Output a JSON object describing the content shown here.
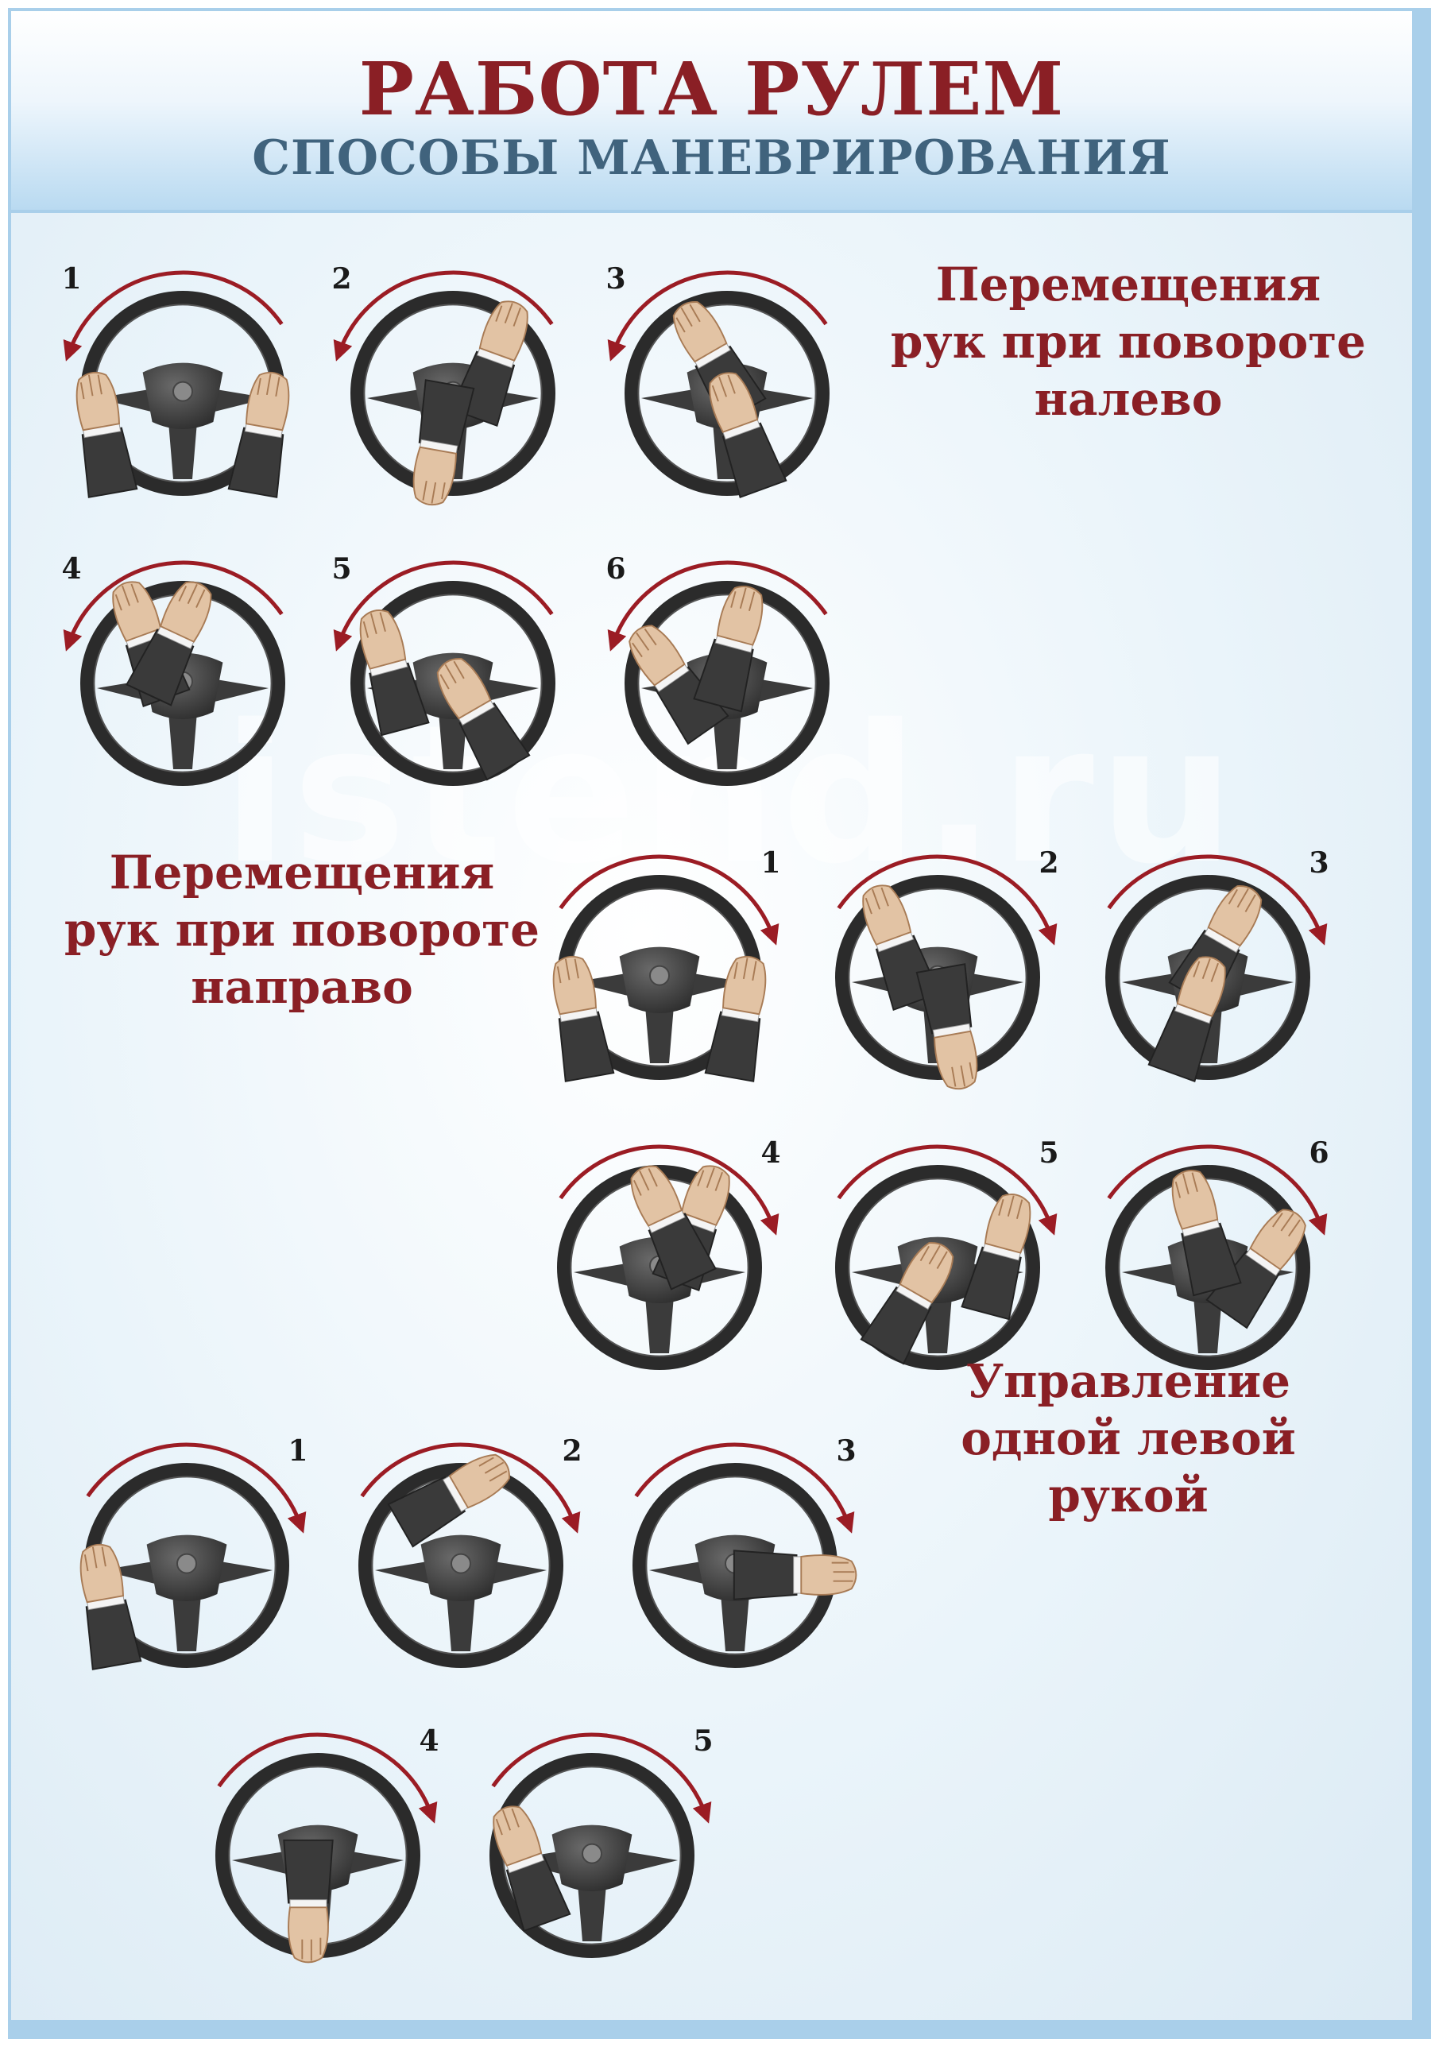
{
  "header": {
    "title": "РАБОТА РУЛЕМ",
    "subtitle": "СПОСОБЫ МАНЕВРИРОВАНИЯ"
  },
  "sections": {
    "left_turn": {
      "caption": [
        "Перемещения",
        "рук при повороте",
        "налево"
      ],
      "steps": [
        "1",
        "2",
        "3",
        "4",
        "5",
        "6"
      ],
      "arrow_direction": "counter-clockwise"
    },
    "right_turn": {
      "caption": [
        "Перемещения",
        "рук при повороте",
        "направо"
      ],
      "steps": [
        "1",
        "2",
        "3",
        "4",
        "5",
        "6"
      ],
      "arrow_direction": "clockwise"
    },
    "one_hand": {
      "caption": [
        "Управление",
        "одной левой",
        "рукой"
      ],
      "steps": [
        "1",
        "2",
        "3",
        "4",
        "5"
      ],
      "arrow_direction": "clockwise"
    }
  },
  "watermark": "istend.ru",
  "colors": {
    "accent": "#8a1f25",
    "subtitle": "#40637d",
    "frame": "#a9cfea",
    "wheel": "#2b2b2b",
    "sleeve": "#3a3a3a",
    "skin": "#e2c3a4",
    "arrow": "#9b1c24"
  },
  "icons": [
    "steering-wheel-icon",
    "hand-icon",
    "rotation-arrow-icon"
  ]
}
